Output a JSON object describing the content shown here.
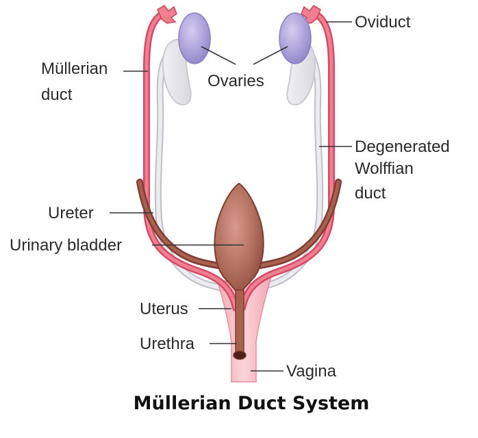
{
  "labels": {
    "oviduct": "Oviduct",
    "mullerian_line1": "Müllerian",
    "mullerian_line2": "duct",
    "ovaries": "Ovaries",
    "wolffian_line1": "Degenerated",
    "wolffian_line2": "Wolffian",
    "wolffian_line3": "duct",
    "ureter": "Ureter",
    "bladder": "Urinary bladder",
    "uterus": "Uterus",
    "urethra": "Urethra",
    "vagina": "Vagina"
  },
  "caption": "Müllerian Duct System",
  "colors": {
    "mullerian_duct": "#e7677b",
    "mullerian_light": "#f6b9c2",
    "wolffian_duct": "#e4e4e8",
    "ovary": "#a89fd6",
    "bladder": "#b06a5b",
    "ureter": "#a0594a",
    "uterus": "#f4b6bf"
  }
}
